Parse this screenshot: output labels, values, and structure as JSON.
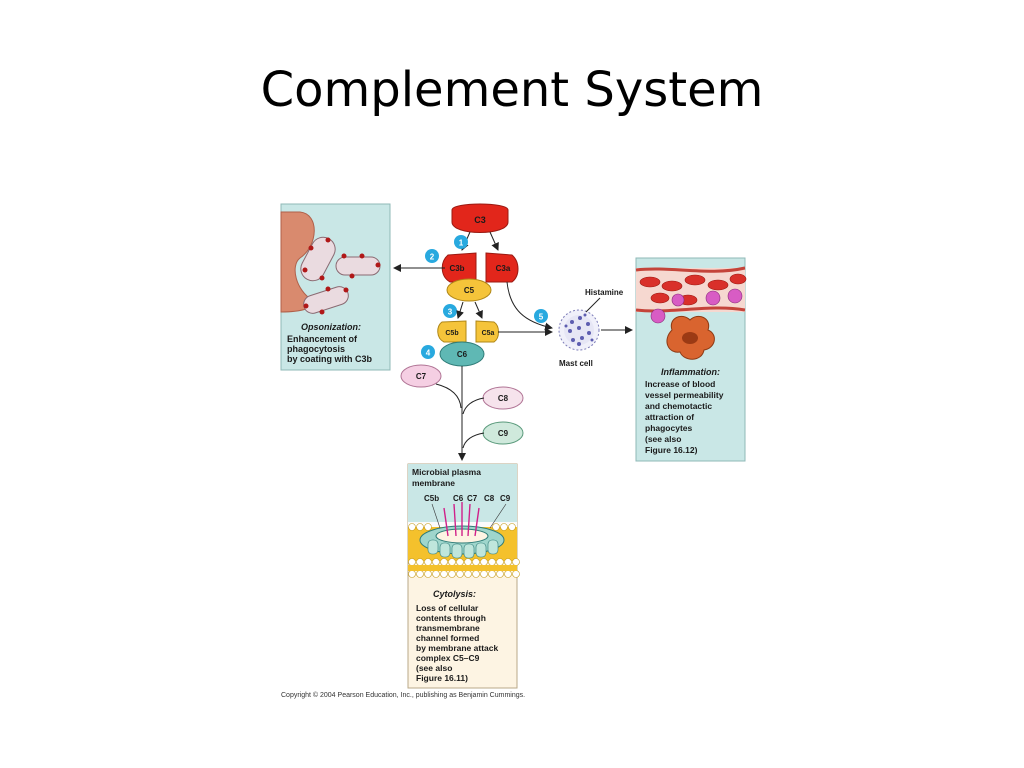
{
  "slide": {
    "title": "Complement System"
  },
  "components": {
    "c3": "C3",
    "c3b": "C3b",
    "c3a": "C3a",
    "c5": "C5",
    "c5b": "C5b",
    "c5a": "C5a",
    "c6": "C6",
    "c7": "C7",
    "c8": "C8",
    "c9": "C9"
  },
  "steps": [
    "1",
    "2",
    "3",
    "4",
    "5"
  ],
  "opsonization": {
    "title": "Opsonization:",
    "lines": [
      "Enhancement of",
      "phagocytosis",
      "by coating with C3b"
    ]
  },
  "inflammation": {
    "histamine": "Histamine",
    "mast_cell": "Mast cell",
    "title": "Inflammation:",
    "lines": [
      "Increase of blood",
      "vessel permeability",
      "and chemotactic",
      "attraction of",
      "phagocytes",
      "(see also",
      "Figure 16.12)"
    ]
  },
  "cytolysis": {
    "membrane_lines": [
      "Microbial plasma",
      "membrane"
    ],
    "complex_labels": [
      "C5b",
      "C6",
      "C7",
      "C8",
      "C9"
    ],
    "title": "Cytolysis:",
    "lines": [
      "Loss of cellular",
      "contents through",
      "transmembrane",
      "channel formed",
      "by membrane attack",
      "complex C5–C9",
      "(see also",
      "Figure 16.11)"
    ]
  },
  "copyright": "Copyright © 2004 Pearson Education, Inc., publishing as Benjamin Cummings.",
  "colors": {
    "c3_red": "#e2261b",
    "c5_yellow": "#f5c43a",
    "c6_teal": "#5fb8b4",
    "c7_pink": "#f5cfe3",
    "c8_pink": "#f6e3ec",
    "c9_green": "#cfe9dc",
    "panel_teal": "#c7e6e6",
    "panel_cream": "#fdf4e3",
    "step_blue": "#28a9df"
  }
}
